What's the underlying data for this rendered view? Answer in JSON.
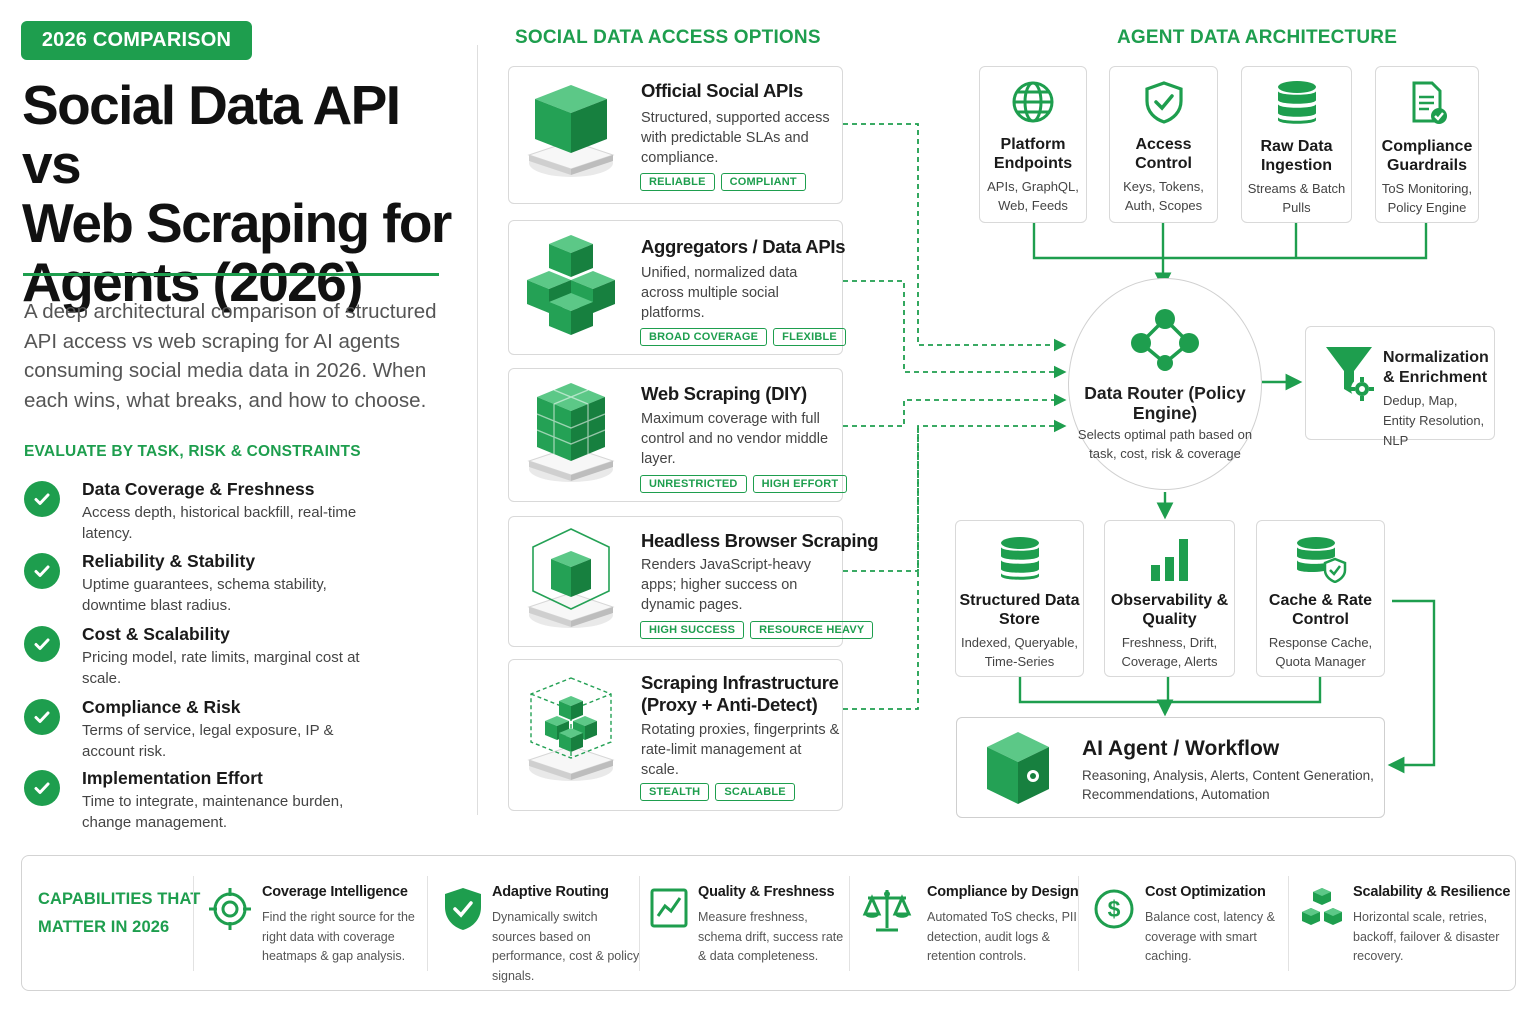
{
  "badge": "2026 COMPARISON",
  "title_lines": [
    "Social Data API vs",
    "Web Scraping for",
    "Agents (2026)"
  ],
  "intro": "A deep architectural comparison of structured API access vs web scraping for AI agents consuming social media data in 2026. When each wins, what breaks, and how to choose.",
  "evaluate": {
    "heading": "EVALUATE BY TASK, RISK & CONSTRAINTS",
    "items": [
      {
        "title": "Data Coverage & Freshness",
        "desc": "Access depth, historical backfill, real-time latency."
      },
      {
        "title": "Reliability & Stability",
        "desc": "Uptime guarantees, schema stability, downtime blast radius."
      },
      {
        "title": "Cost & Scalability",
        "desc": "Pricing model, rate limits, marginal cost at scale."
      },
      {
        "title": "Compliance & Risk",
        "desc": "Terms of service, legal exposure, IP & account risk."
      },
      {
        "title": "Implementation Effort",
        "desc": "Time to integrate, maintenance burden, change management."
      }
    ]
  },
  "options": {
    "heading": "SOCIAL DATA ACCESS OPTIONS",
    "items": [
      {
        "title": "Official Social APIs",
        "desc": "Structured, supported access with predictable SLAs and compliance.",
        "tags": [
          "RELIABLE",
          "COMPLIANT"
        ]
      },
      {
        "title": "Aggregators / Data APIs",
        "desc": "Unified, normalized data across multiple social platforms.",
        "tags": [
          "BROAD COVERAGE",
          "FLEXIBLE"
        ]
      },
      {
        "title": "Web Scraping (DIY)",
        "desc": "Maximum coverage with full control and no vendor middle layer.",
        "tags": [
          "UNRESTRICTED",
          "HIGH EFFORT"
        ]
      },
      {
        "title": "Headless Browser Scraping",
        "desc": "Renders JavaScript-heavy apps; higher success on dynamic pages.",
        "tags": [
          "HIGH SUCCESS",
          "RESOURCE HEAVY"
        ]
      },
      {
        "title": "Scraping Infrastructure",
        "title2": "(Proxy + Anti-Detect)",
        "desc": "Rotating proxies, fingerprints & rate-limit management at scale.",
        "tags": [
          "STEALTH",
          "SCALABLE"
        ]
      }
    ]
  },
  "architecture": {
    "heading": "AGENT DATA ARCHITECTURE",
    "top": [
      {
        "icon": "globe-icon",
        "title": "Platform Endpoints",
        "desc": "APIs, GraphQL, Web, Feeds"
      },
      {
        "icon": "shield-check-icon",
        "title": "Access Control",
        "desc": "Keys, Tokens, Auth, Scopes"
      },
      {
        "icon": "database-icon",
        "title": "Raw Data Ingestion",
        "desc": "Streams & Batch Pulls"
      },
      {
        "icon": "document-check-icon",
        "title": "Compliance Guardrails",
        "desc": "ToS Monitoring, Policy Engine"
      }
    ],
    "router": {
      "title": "Data Router (Policy Engine)",
      "desc": "Selects optimal path based on task, cost, risk & coverage"
    },
    "normalization": {
      "title": "Normalization & Enrichment",
      "desc": "Dedup, Map, Entity Resolution, NLP"
    },
    "bottom": [
      {
        "icon": "database-icon",
        "title": "Structured Data Store",
        "desc": "Indexed, Queryable, Time-Series"
      },
      {
        "icon": "bar-chart-icon",
        "title": "Observability & Quality",
        "desc": "Freshness, Drift, Coverage, Alerts"
      },
      {
        "icon": "database-shield-icon",
        "title": "Cache & Rate Control",
        "desc": "Response Cache, Quota Manager"
      }
    ],
    "agent": {
      "title": "AI Agent / Workflow",
      "desc": "Reasoning, Analysis, Alerts, Content Generation, Recommendations, Automation"
    }
  },
  "capabilities": {
    "heading_lines": [
      "CAPABILITIES THAT",
      "MATTER IN 2026"
    ],
    "items": [
      {
        "icon": "target-icon",
        "title": "Coverage Intelligence",
        "desc": "Find the right source for the right data with coverage heatmaps & gap analysis."
      },
      {
        "icon": "shield-check-icon",
        "title": "Adaptive Routing",
        "desc": "Dynamically switch sources based on performance, cost & policy signals."
      },
      {
        "icon": "trend-chart-icon",
        "title": "Quality & Freshness",
        "desc": "Measure freshness, schema drift, success rate & data completeness."
      },
      {
        "icon": "scales-icon",
        "title": "Compliance by Design",
        "desc": "Automated ToS checks, PII detection, audit logs & retention controls."
      },
      {
        "icon": "dollar-icon",
        "title": "Cost Optimization",
        "desc": "Balance cost, latency & coverage with smart caching."
      },
      {
        "icon": "cubes-icon",
        "title": "Scalability & Resilience",
        "desc": "Horizontal scale, retries, backoff, failover & disaster recovery."
      }
    ]
  },
  "colors": {
    "accent": "#1e9e4e",
    "accent_light": "#5cc887",
    "accent_dark": "#14773a",
    "border": "#d9d9d9"
  }
}
